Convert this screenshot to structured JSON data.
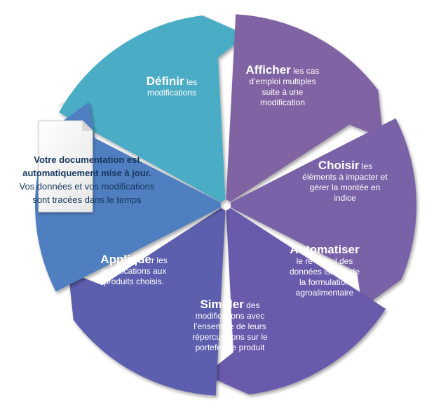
{
  "segments": [
    {
      "key": "definir",
      "keyword": "Définir",
      "rest": " les",
      "body": "modifications",
      "color": "#4bacc6"
    },
    {
      "key": "afficher",
      "keyword": "Afficher",
      "rest": " les cas",
      "body": "d’emploi multiples suite à une modification",
      "color": "#8064a2"
    },
    {
      "key": "choisir",
      "keyword": "Choisir",
      "rest": " les",
      "body": "éléments à impacter et gérer la montée en indice",
      "color": "#7a62a8"
    },
    {
      "key": "automatiser",
      "keyword": "Automatiser",
      "rest": "",
      "body": "le re-calcul des données issues de la formulation agroalimentaire",
      "color": "#6a5aac"
    },
    {
      "key": "simuler",
      "keyword": "Simuler",
      "rest": " des",
      "body": "modifications avec l’ensemble de leurs répercussions sur le portefeuille produit",
      "color": "#5b5fae"
    },
    {
      "key": "appliquer",
      "keyword": "Applique",
      "rest": "r les",
      "body": "modifications aux produits choisis.",
      "color": "#4f7fc0"
    }
  ],
  "note": {
    "line1": "Votre documentation est",
    "line2": "automatiquement mise à jour.",
    "line3": "Vos données  et vos modifications",
    "line4": "sont tracées dans le temps"
  },
  "icons": {
    "document": "document-icon",
    "return_arrow": "return-arrow-icon"
  }
}
